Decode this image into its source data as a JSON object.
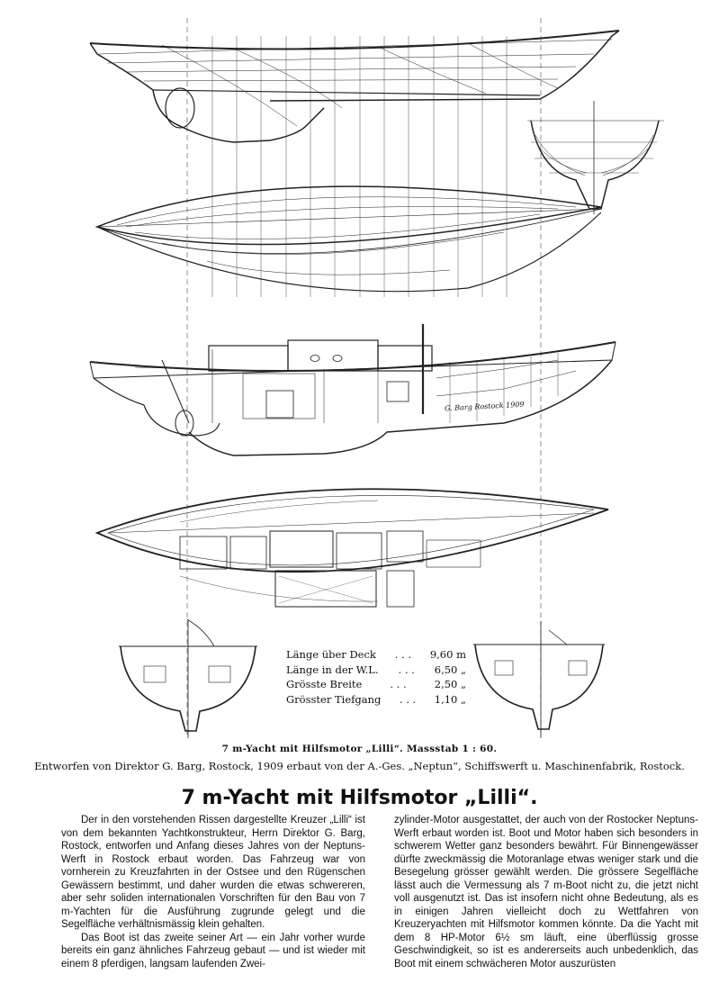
{
  "specs": [
    {
      "label": "Länge über Deck",
      "dots": ". . .",
      "value": "9,60 m"
    },
    {
      "label": "Länge in der W.L.",
      "dots": ". . .",
      "value": "6,50 „"
    },
    {
      "label": "Grösste Breite",
      "dots": ". . .",
      "value": "2,50 „"
    },
    {
      "label": "Grösster Tiefgang",
      "dots": ". . .",
      "value": "1,10 „"
    }
  ],
  "signature": "G. Barg Rostock 1909",
  "caption_line1": "7 m-Yacht mit Hilfsmotor „Lilli“.   Massstab 1 : 60.",
  "caption_line2": "Entworfen von Direktor G. Barg, Rostock, 1909 erbaut von der A.-Ges. „Neptun“, Schiffswerft u. Maschinenfabrik, Rostock.",
  "article_title": "7 m-Yacht mit Hilfsmotor „Lilli“.",
  "col_left_p1": "Der in den vorstehenden Rissen dargestellte Kreuzer „Lilli“ ist von dem bekannten Yachtkonstrukteur, Herrn Direktor G. Barg, Rostock, entworfen und Anfang dieses Jahres von der Neptuns-Werft in Rostock erbaut worden. Das Fahrzeug war von vornherein zu Kreuzfahrten in der Ostsee und den Rügenschen Gewässern bestimmt, und daher wurden die etwas schwereren, aber sehr soliden internationalen Vorschriften für den Bau von 7 m-Yachten für die Ausführung zugrunde gelegt und die Segelfläche verhältnismässig klein gehalten.",
  "col_left_p2": "Das Boot ist das zweite seiner Art — ein Jahr vorher wurde bereits ein ganz ähnliches Fahrzeug gebaut — und ist wieder mit einem 8 pferdigen, langsam laufenden Zwei-",
  "col_right_p1": "zylinder-Motor ausgestattet, der auch von der Rostocker Neptuns-Werft erbaut worden ist. Boot und Motor haben sich besonders in schwerem Wetter ganz besonders bewährt. Für Binnengewässer dürfte zweckmässig die Motoranlage etwas weniger stark und die Besegelung grösser gewählt werden. Die grössere Segelfläche lässt auch die Vermessung als 7 m-Boot nicht zu, die jetzt nicht voll ausgenutzt ist. Das ist insofern nicht ohne Bedeutung, als es in einigen Jahren vielleicht doch zu Wettfahren von Kreuzeryachten mit Hilfsmotor kommen könnte. Da die Yacht mit dem 8 HP-Motor 6½ sm läuft, eine überflüssig grosse Geschwindigkeit, so ist es andererseits auch unbedenklich, das Boot mit einem schwächeren Motor auszurüsten"
}
